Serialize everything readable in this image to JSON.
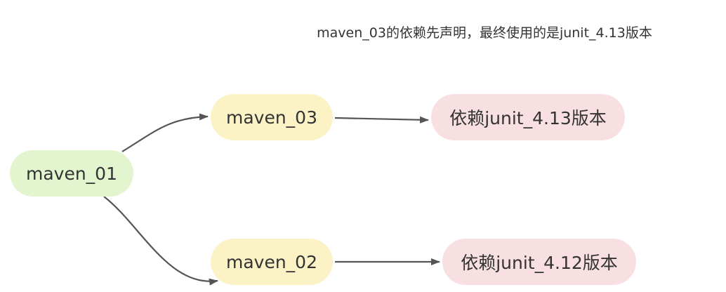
{
  "note": "maven_03的依赖先声明，最终使用的是junit_4.13版本",
  "nodes": {
    "maven_01": "maven_01",
    "maven_03": "maven_03",
    "maven_02": "maven_02",
    "dep_413": "依赖junit_4.13版本",
    "dep_412": "依赖junit_4.12版本"
  },
  "colors": {
    "module_root": "#e2f5cf",
    "module": "#fbf3c6",
    "dependency": "#f8e0e2",
    "edge": "#555555"
  },
  "edges": [
    {
      "from": "maven_01",
      "to": "maven_03"
    },
    {
      "from": "maven_01",
      "to": "maven_02"
    },
    {
      "from": "maven_03",
      "to": "dep_413"
    },
    {
      "from": "maven_02",
      "to": "dep_412"
    }
  ]
}
